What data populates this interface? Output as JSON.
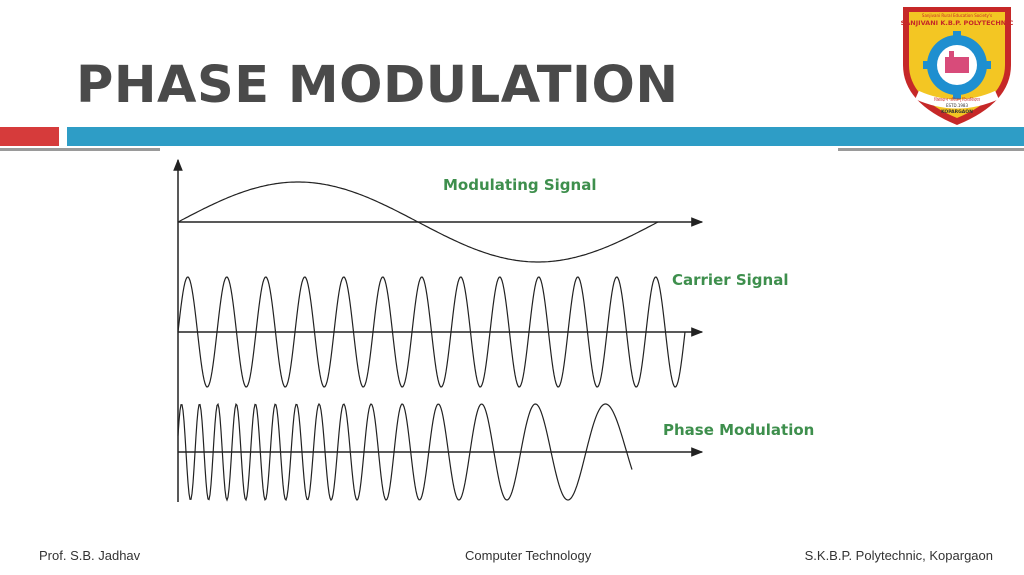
{
  "slide": {
    "title": "PHASE MODULATION"
  },
  "figure": {
    "labels": {
      "modulating": "Modulating Signal",
      "carrier": "Carrier Signal",
      "phase": "Phase Modulation"
    },
    "colors": {
      "wave": "#222222",
      "label": "#3e8f4d"
    }
  },
  "logo": {
    "society_text": "Sanjivani Rural Education Society's",
    "name_text": "SANJIVANI K.B.P. POLYTECHNIC",
    "motto_text": "विद्यादान पवित्रम् दिव्यविदया",
    "estd_text": "ESTD.1983",
    "place_text": "KOPARGAON",
    "colors": {
      "shield_red": "#c62828",
      "shield_yellow": "#f3c623",
      "gear_blue": "#1e8fd0"
    }
  },
  "footer": {
    "left": "Prof. S.B. Jadhav",
    "center": "Computer Technology",
    "right": "S.K.B.P. Polytechnic, Kopargaon"
  },
  "accent": {
    "red": "#d63b3b",
    "blue": "#2e9dc6"
  }
}
